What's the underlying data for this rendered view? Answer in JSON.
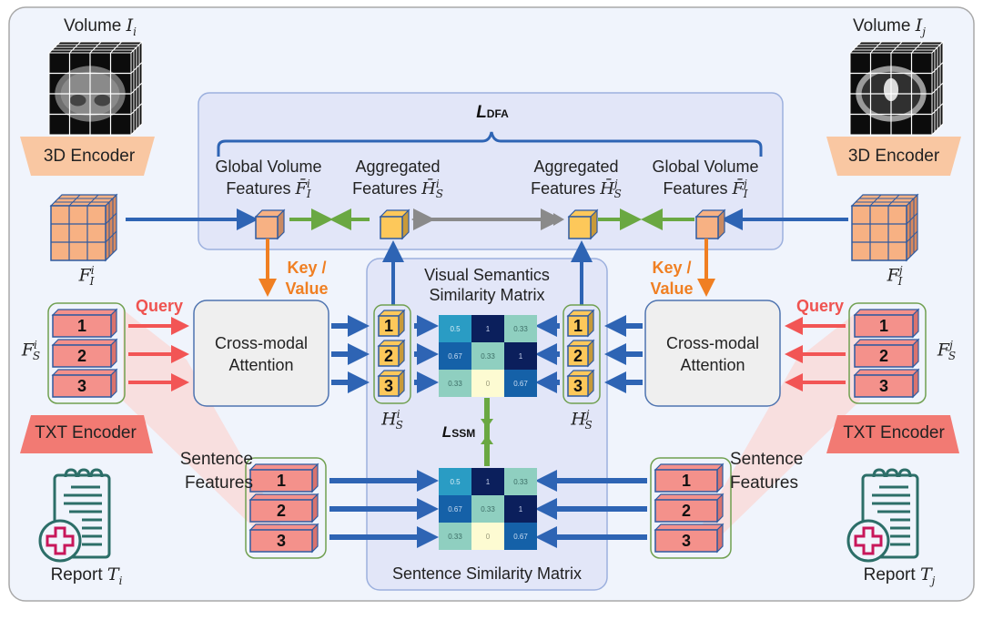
{
  "diagram": {
    "title": "CT volume / radiology report alignment framework",
    "left": {
      "volume_label": "Volume",
      "volume_symbol": "I",
      "volume_index": "i",
      "encoder_3d": "3D Encoder",
      "volume_feature_symbol": "F",
      "volume_feature_sub": "I",
      "volume_feature_sup": "i",
      "sentence_feature_symbol": "F",
      "sentence_feature_sub": "S",
      "sentence_feature_sup": "i",
      "txt_encoder": "TXT Encoder",
      "report_label": "Report",
      "report_symbol": "T",
      "report_index": "i",
      "query_label": "Query",
      "key_value_line1": "Key /",
      "key_value_line2": "Value",
      "attention_line1": "Cross-modal",
      "attention_line2": "Attention",
      "hs_symbol": "H",
      "hs_sub": "S",
      "hs_sup": "i",
      "sentence_features_line1": "Sentence",
      "sentence_features_line2": "Features",
      "global_volume_line1": "Global Volume",
      "global_volume_line2": "Features",
      "global_volume_symbol": "F̄",
      "global_volume_sub": "I",
      "global_volume_sup": "i",
      "aggregated_line1": "Aggregated",
      "aggregated_line2": "Features",
      "aggregated_symbol": "H̄",
      "aggregated_sub": "S",
      "aggregated_sup": "i"
    },
    "right": {
      "volume_label": "Volume",
      "volume_symbol": "I",
      "volume_index": "j",
      "encoder_3d": "3D Encoder",
      "volume_feature_symbol": "F",
      "volume_feature_sub": "I",
      "volume_feature_sup": "j",
      "sentence_feature_symbol": "F",
      "sentence_feature_sub": "S",
      "sentence_feature_sup": "j",
      "txt_encoder": "TXT Encoder",
      "report_label": "Report",
      "report_symbol": "T",
      "report_index": "j",
      "query_label": "Query",
      "key_value_line1": "Key /",
      "key_value_line2": "Value",
      "attention_line1": "Cross-modal",
      "attention_line2": "Attention",
      "hs_symbol": "H",
      "hs_sub": "S",
      "hs_sup": "j",
      "sentence_features_line1": "Sentence",
      "sentence_features_line2": "Features",
      "global_volume_line1": "Global Volume",
      "global_volume_line2": "Features",
      "global_volume_symbol": "F̄",
      "global_volume_sub": "I",
      "global_volume_sup": "j",
      "aggregated_line1": "Aggregated",
      "aggregated_line2": "Features",
      "aggregated_symbol": "H̄",
      "aggregated_sub": "S",
      "aggregated_sup": "j"
    },
    "loss_dfa": {
      "L": "L",
      "sub": "DFA"
    },
    "loss_ssm": {
      "L": "L",
      "sub": "SSM"
    },
    "visual_matrix_title_line1": "Visual Semantics",
    "visual_matrix_title_line2": "Similarity Matrix",
    "sentence_matrix_title": "Sentence Similarity Matrix",
    "token_labels": [
      "1",
      "2",
      "3"
    ],
    "matrix_values": [
      [
        "0.5",
        "1",
        "0.33"
      ],
      [
        "0.67",
        "0.33",
        "1"
      ],
      [
        "0.33",
        "0",
        "0.67"
      ]
    ],
    "colors": {
      "background": "#f0f4fc",
      "panel_dfa": "#e2e6f8",
      "blue_arrow": "#2e64b4",
      "green_arrow": "#6aa842",
      "gray_arrow": "#8a8a8a",
      "orange_arrow": "#f07f22",
      "red_arrow": "#f25555",
      "encoder_3d": "#f9c7a2",
      "txt_encoder": "#f27a73",
      "sentence_block": "#f4918b",
      "hs_block": "#fdc85a",
      "feature_cube": "#f7b183",
      "report_icon": "#2c6e68",
      "report_cross": "#c8175a"
    }
  }
}
